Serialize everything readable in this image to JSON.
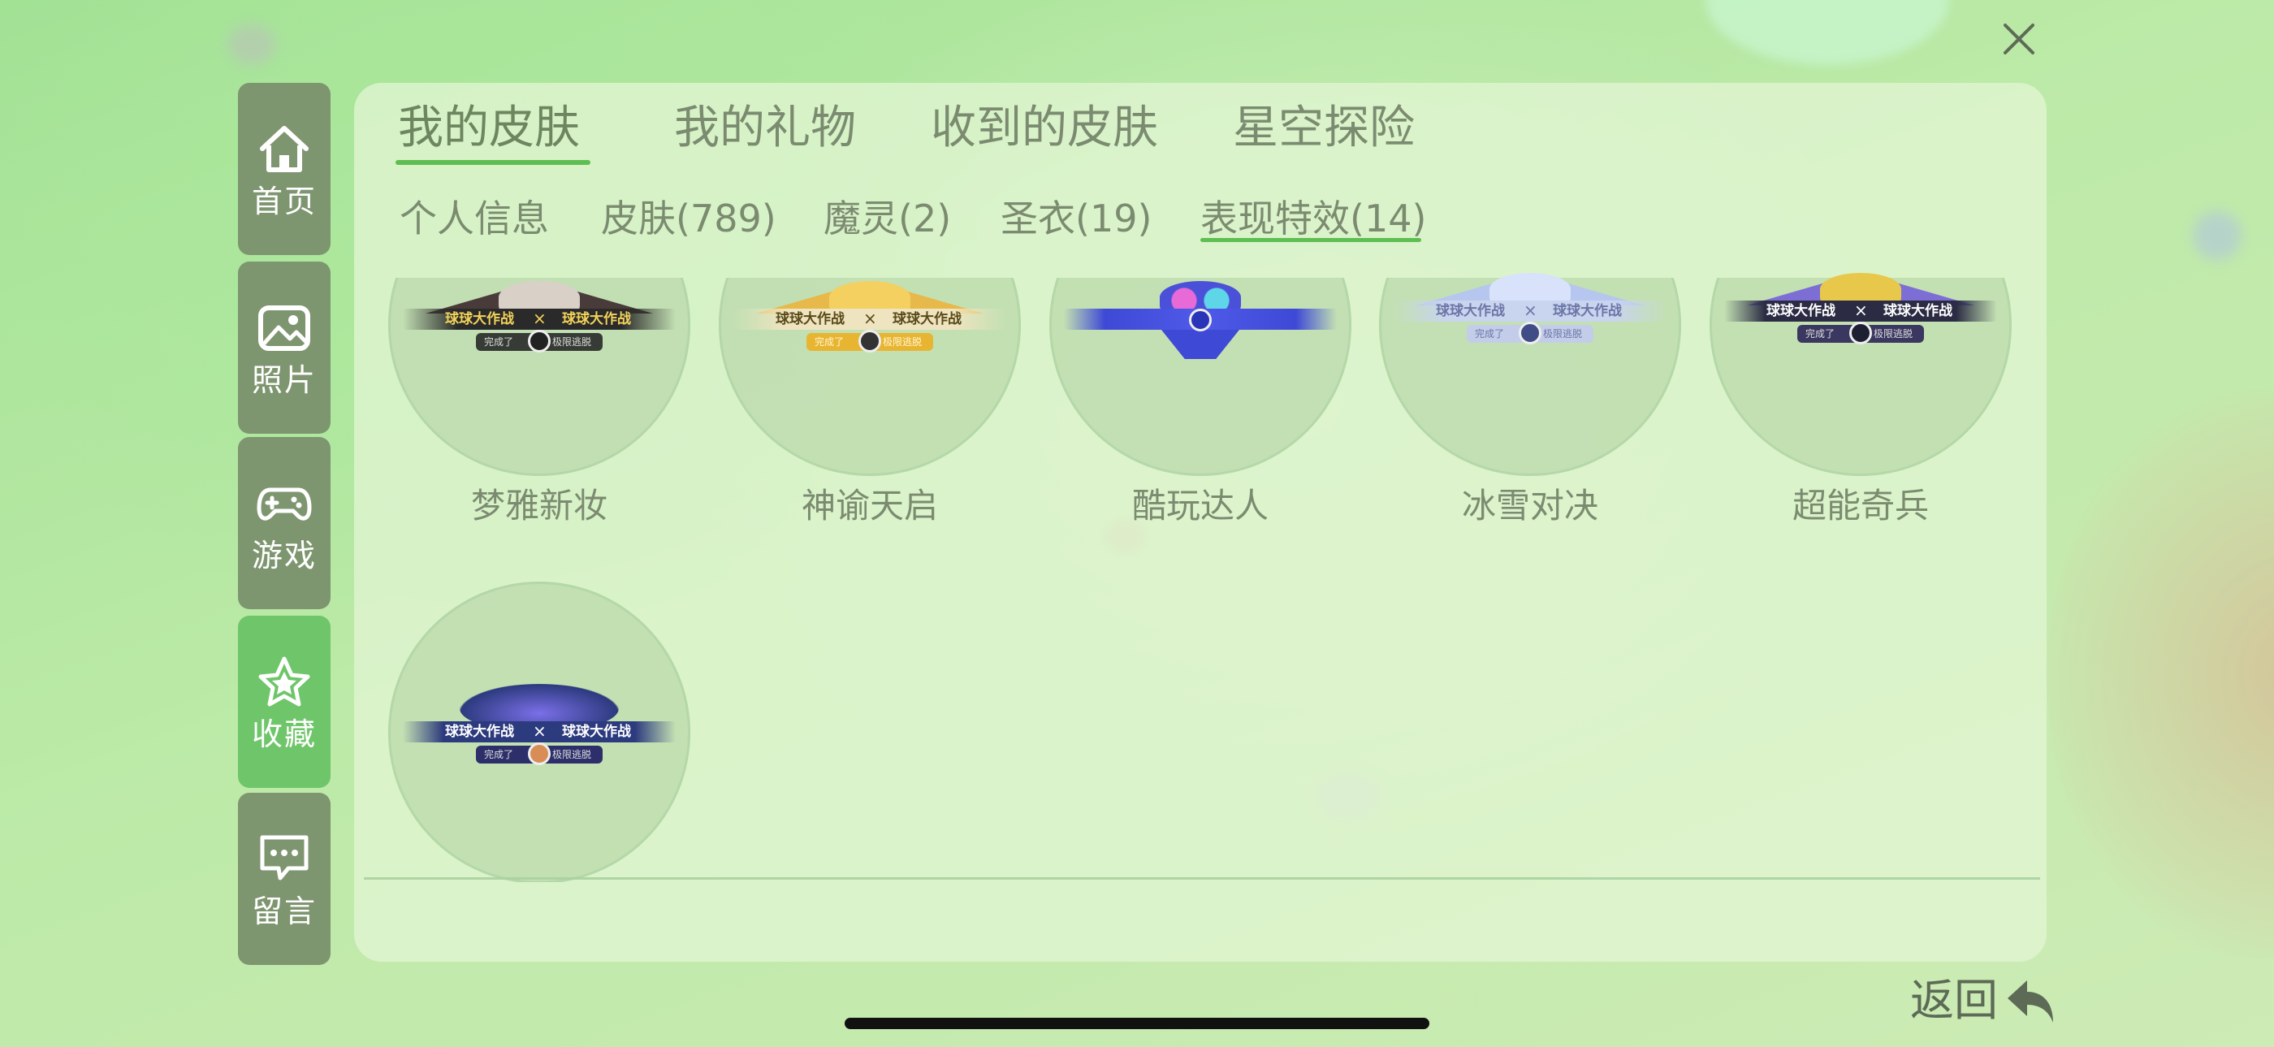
{
  "header": {
    "close_icon": "close-icon"
  },
  "sidebar": {
    "items": [
      {
        "label": "首页",
        "icon": "home-icon",
        "active": false
      },
      {
        "label": "照片",
        "icon": "photo-icon",
        "active": false
      },
      {
        "label": "游戏",
        "icon": "gamepad-icon",
        "active": false
      },
      {
        "label": "收藏",
        "icon": "star-icon",
        "active": true
      },
      {
        "label": "留言",
        "icon": "message-icon",
        "active": false
      }
    ]
  },
  "tabs": [
    {
      "label": "我的皮肤",
      "active": true
    },
    {
      "label": "我的礼物",
      "active": false
    },
    {
      "label": "收到的皮肤",
      "active": false
    },
    {
      "label": "星空探险",
      "active": false
    }
  ],
  "subtabs": [
    {
      "label": "个人信息",
      "active": false
    },
    {
      "label": "皮肤(789)",
      "active": false
    },
    {
      "label": "魔灵(2)",
      "active": false
    },
    {
      "label": "圣衣(19)",
      "active": false
    },
    {
      "label": "表现特效(14)",
      "active": true
    }
  ],
  "skins": [
    {
      "name": "梦雅新妆",
      "banner_left": "球球大作战",
      "banner_right": "球球大作战",
      "sub_left": "完成了",
      "sub_right": "极限逃脱",
      "theme": "#2a2a2a",
      "accent": "#f2d35a"
    },
    {
      "name": "神谕天启",
      "banner_left": "球球大作战",
      "banner_right": "球球大作战",
      "sub_left": "完成了",
      "sub_right": "极限逃脱",
      "theme": "#e8d08a",
      "accent": "#5a4a1a"
    },
    {
      "name": "酷玩达人",
      "banner_left": "",
      "banner_right": "",
      "sub_left": "",
      "sub_right": "",
      "theme": "#3e49d6",
      "accent": "#ffffff"
    },
    {
      "name": "冰雪对决",
      "banner_left": "球球大作战",
      "banner_right": "球球大作战",
      "sub_left": "完成了",
      "sub_right": "极限逃脱",
      "theme": "#c9d4ef",
      "accent": "#6b76a6"
    },
    {
      "name": "超能奇兵",
      "banner_left": "球球大作战",
      "banner_right": "球球大作战",
      "sub_left": "完成了",
      "sub_right": "极限逃脱",
      "theme": "#2b2c44",
      "accent": "#ffffff"
    },
    {
      "name": "",
      "banner_left": "球球大作战",
      "banner_right": "球球大作战",
      "sub_left": "完成了",
      "sub_right": "极限逃脱",
      "theme": "#2c3a7e",
      "accent": "#ffffff"
    }
  ],
  "footer": {
    "back_label": "返回",
    "back_icon": "return-arrow-icon"
  }
}
